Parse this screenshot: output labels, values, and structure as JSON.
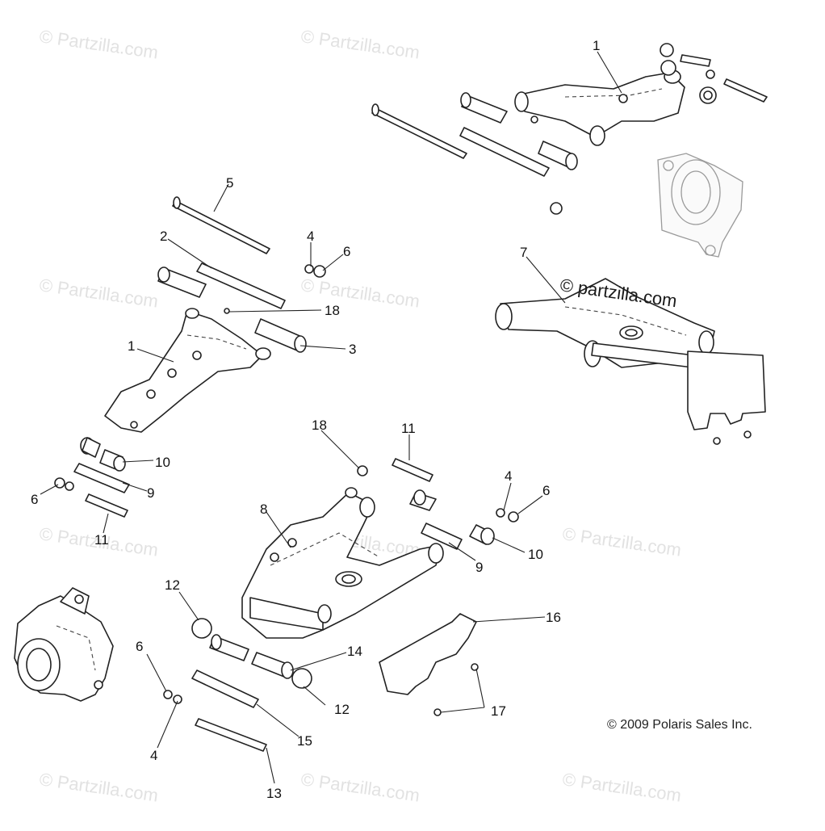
{
  "watermark": {
    "text": "© Partzilla.com",
    "feature_text": "© partzilla.com"
  },
  "copyright": "© 2009 Polaris Sales Inc.",
  "callouts": [
    "1",
    "1",
    "2",
    "3",
    "4",
    "4",
    "4",
    "5",
    "6",
    "6",
    "6",
    "6",
    "7",
    "8",
    "9",
    "9",
    "10",
    "10",
    "11",
    "11",
    "12",
    "12",
    "13",
    "14",
    "15",
    "16",
    "17",
    "18",
    "18"
  ]
}
